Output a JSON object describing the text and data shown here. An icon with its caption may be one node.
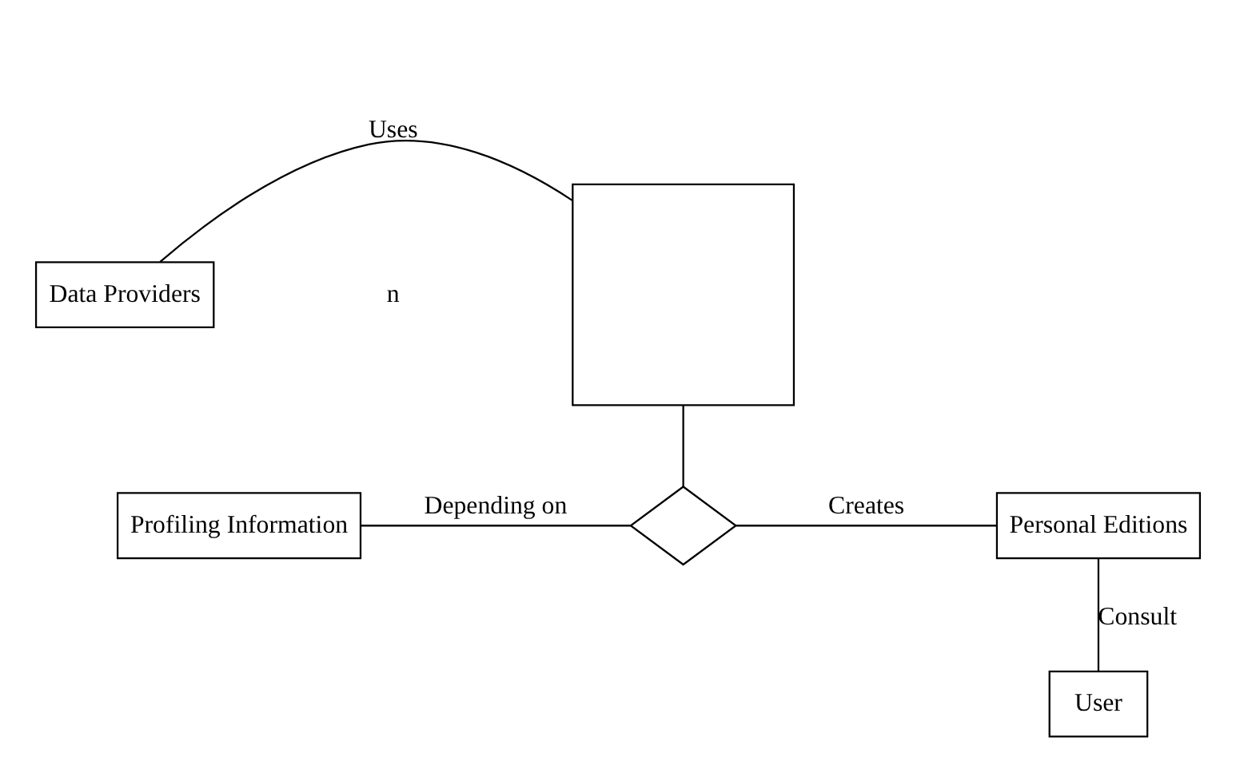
{
  "diagram": {
    "nodes": [
      {
        "text": [
          "Data Providers"
        ]
      },
      {
        "text": [],
        "shape": "box"
      },
      {
        "text": [
          "Profiling Information"
        ]
      },
      {
        "text": [],
        "shape": "diamond"
      },
      {
        "text": [
          "Personal Editions"
        ]
      },
      {
        "text": [
          "User"
        ]
      }
    ],
    "edges": [
      {
        "from": 0,
        "to": 1,
        "arrow": "none",
        "label": "Uses"
      },
      {
        "from": 1,
        "to": 3,
        "arrow": "none"
      },
      {
        "from": 2,
        "to": 3,
        "arrow": "none",
        "label": "Depending on"
      },
      {
        "from": 3,
        "to": 4,
        "arrow": "none",
        "label": "Creates"
      },
      {
        "from": 4,
        "to": 5,
        "arrow": "none",
        "label": "Consult"
      }
    ],
    "labels": [
      "n"
    ]
  }
}
